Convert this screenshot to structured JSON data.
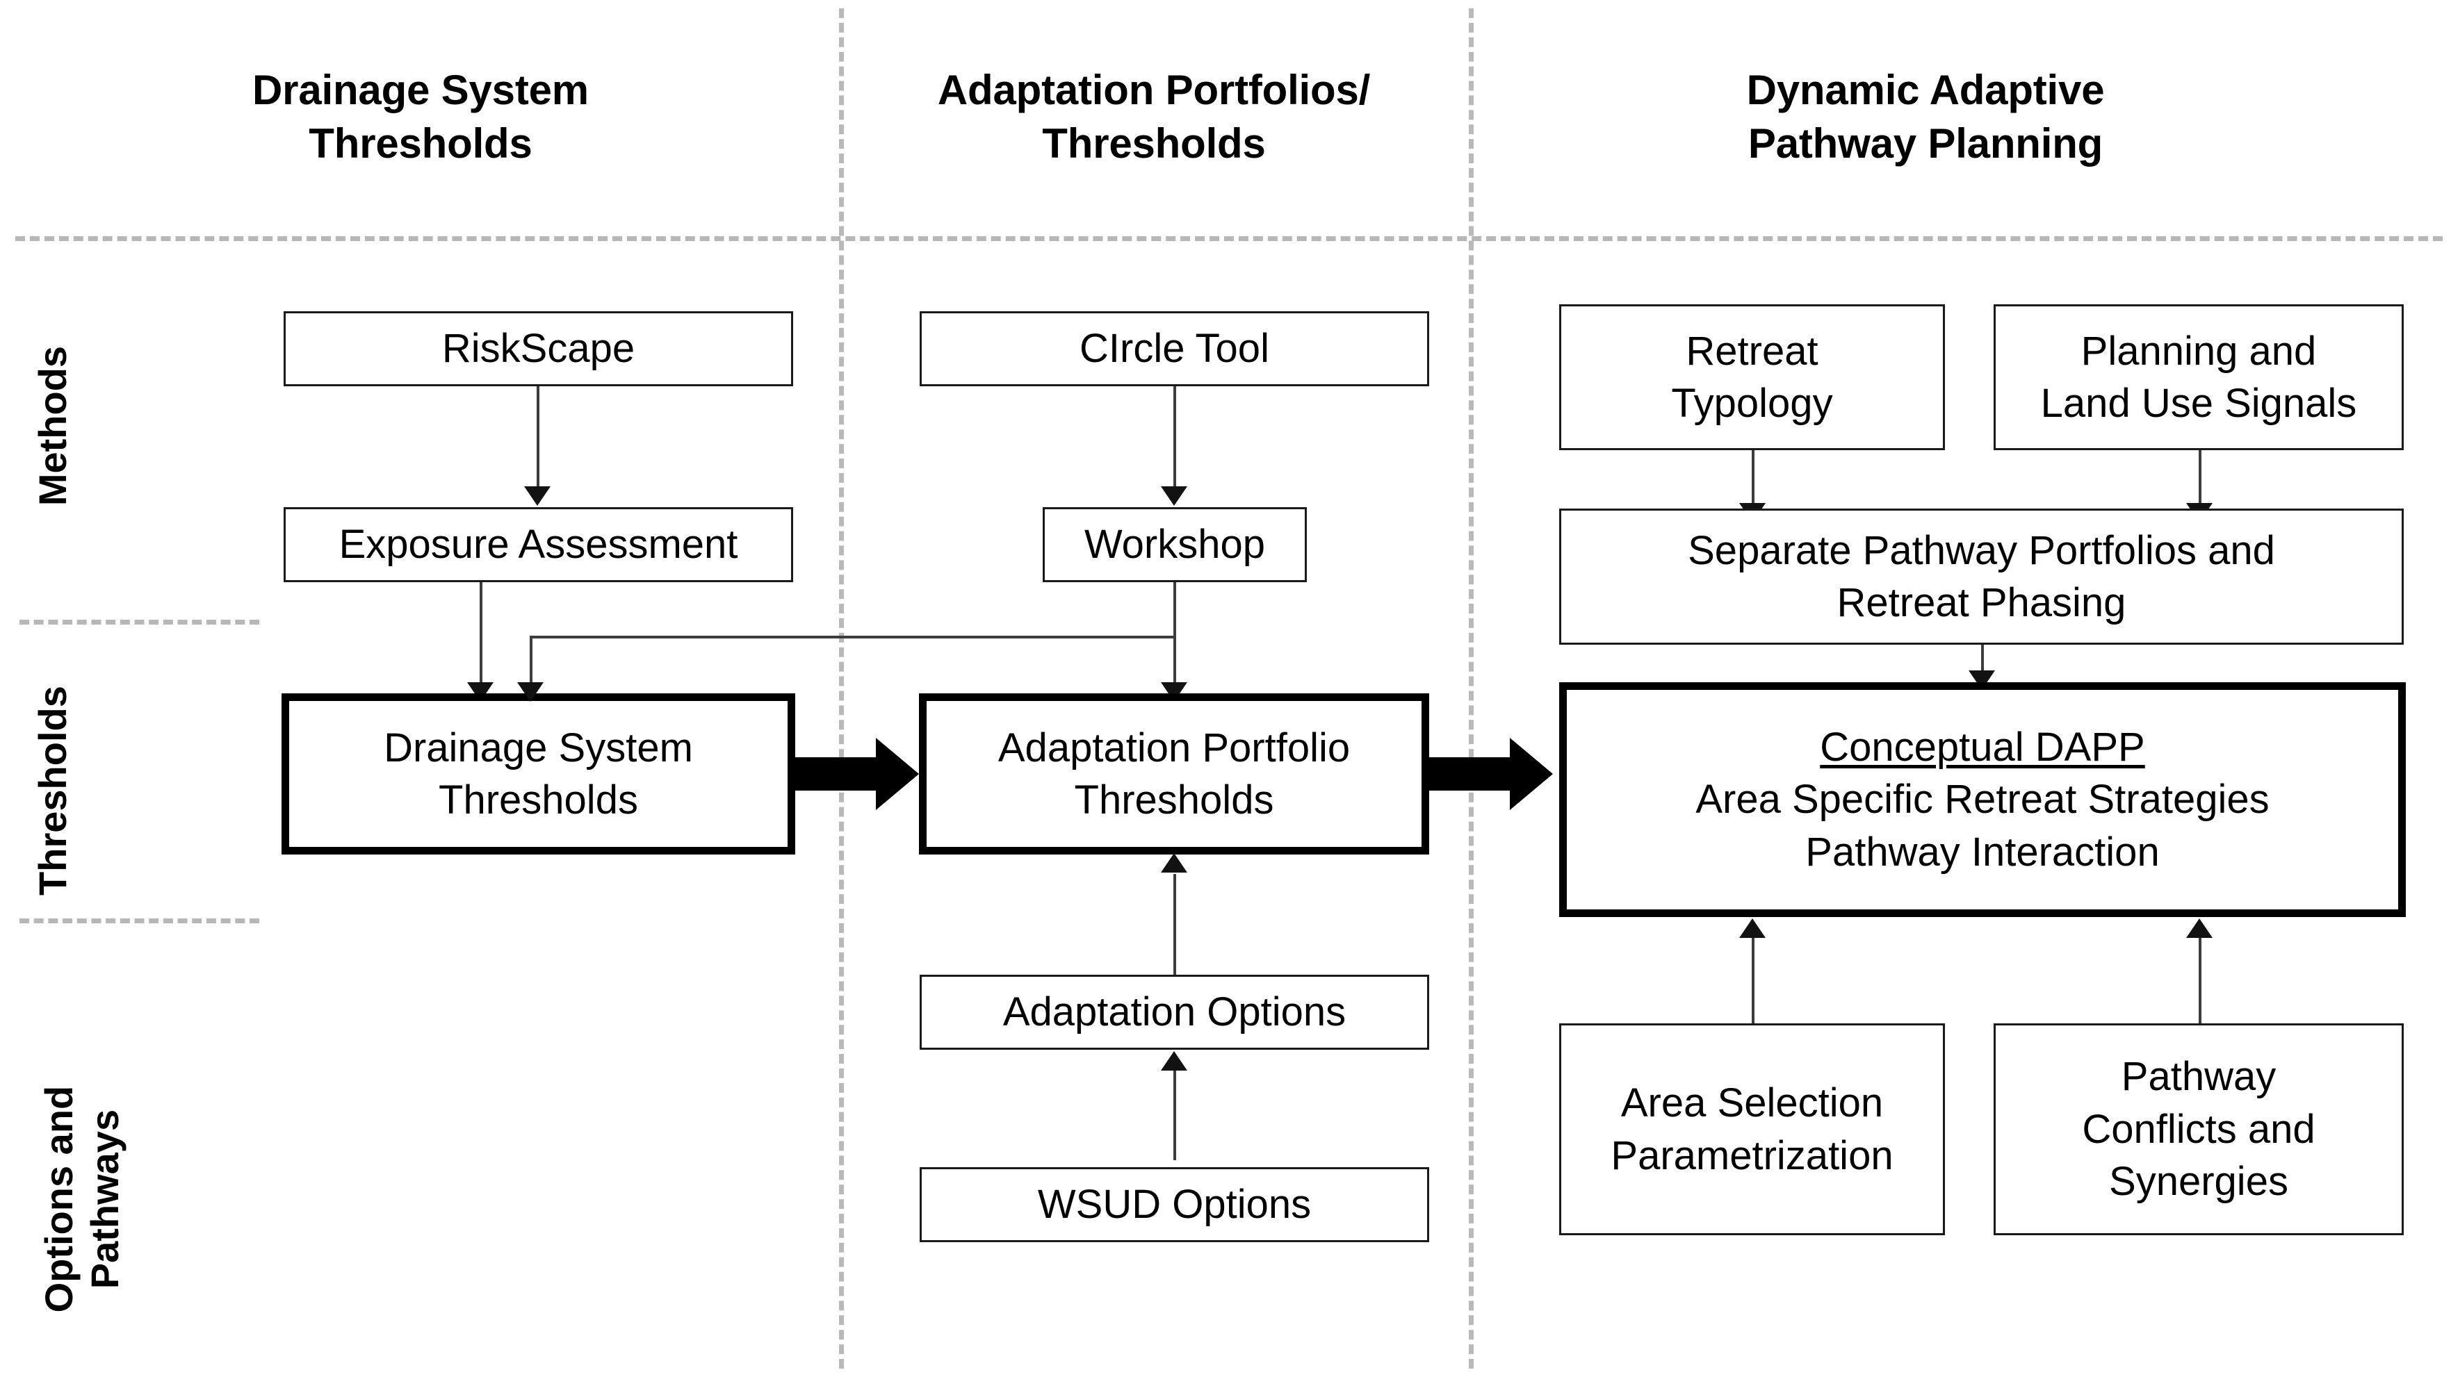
{
  "columns": [
    {
      "id": "drainage",
      "title_line1": "Drainage System",
      "title_line2": "Thresholds"
    },
    {
      "id": "adaptation",
      "title_line1": "Adaptation Portfolios/",
      "title_line2": "Thresholds"
    },
    {
      "id": "dapp",
      "title_line1": "Dynamic Adaptive",
      "title_line2": "Pathway Planning"
    }
  ],
  "rows": [
    {
      "id": "methods",
      "label_line1": "Methods",
      "label_line2": ""
    },
    {
      "id": "thresholds",
      "label_line1": "Thresholds",
      "label_line2": ""
    },
    {
      "id": "options",
      "label_line1": "Options and",
      "label_line2": "Pathways"
    }
  ],
  "boxes": {
    "riskscape": {
      "line1": "RiskScape",
      "line2": "",
      "line3": ""
    },
    "exposure": {
      "line1": "Exposure Assessment",
      "line2": "",
      "line3": ""
    },
    "drainage_thr": {
      "line1": "Drainage System",
      "line2": "Thresholds",
      "line3": ""
    },
    "circle_tool": {
      "line1": "CIrcle Tool",
      "line2": "",
      "line3": ""
    },
    "workshop": {
      "line1": "Workshop",
      "line2": "",
      "line3": ""
    },
    "adapt_portfolio": {
      "line1": "Adaptation Portfolio",
      "line2": "Thresholds",
      "line3": ""
    },
    "adapt_options": {
      "line1": "Adaptation Options",
      "line2": "",
      "line3": ""
    },
    "wsud_options": {
      "line1": "WSUD Options",
      "line2": "",
      "line3": ""
    },
    "retreat_typology": {
      "line1": "Retreat",
      "line2": "Typology",
      "line3": ""
    },
    "planning_signals": {
      "line1": "Planning and",
      "line2": "Land Use Signals",
      "line3": ""
    },
    "separate_pathway": {
      "line1": "Separate Pathway Portfolios and",
      "line2": "Retreat Phasing",
      "line3": ""
    },
    "conceptual_dapp": {
      "line1": "Conceptual DAPP",
      "line2": "Area Specific Retreat Strategies",
      "line3": "Pathway Interaction"
    },
    "area_selection": {
      "line1": "Area Selection",
      "line2": "Parametrization",
      "line3": ""
    },
    "pathway_conflicts": {
      "line1": "Pathway",
      "line2": "Conflicts and",
      "line3": "Synergies"
    }
  },
  "colors": {
    "box_border": "#1a1a1a",
    "heavy_border": "#000000",
    "connector": "#3d3d3d",
    "dashed_guide": "#b7b7b7",
    "background": "#ffffff",
    "text": "#000000"
  }
}
